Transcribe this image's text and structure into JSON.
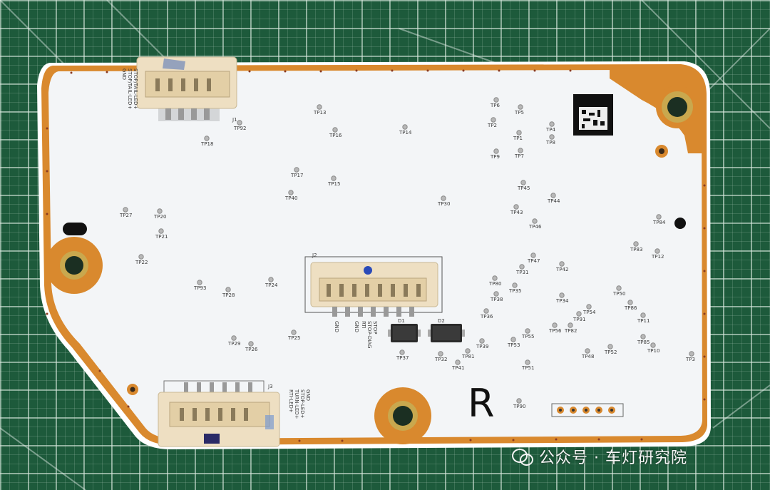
{
  "photo": {
    "subject": "tail-lamp-driver-pcb",
    "colors": {
      "mat": "#1d5a3b",
      "board_white": "#f3f5f7",
      "copper": "#d9892e",
      "connector": "#eedfc2"
    }
  },
  "connectors": {
    "j1": {
      "ref": "J1",
      "pins": [
        "STOP/TAIL-LED+",
        "STOP/TAIL-LED+",
        "GND"
      ]
    },
    "j2": {
      "ref": "J2",
      "pins": [
        "STOP",
        "STOP-DIAG",
        "RTI",
        "GND",
        "GND"
      ]
    },
    "j3": {
      "ref": "J3",
      "pins": [
        "RTI-LED+",
        "TURN-LED+",
        "STOP-LED+",
        "GND"
      ]
    }
  },
  "side_marking": "R",
  "test_points": [
    "TP1",
    "TP2",
    "TP3",
    "TP4",
    "TP5",
    "TP6",
    "TP7",
    "TP8",
    "TP9",
    "TP10",
    "TP11",
    "TP12",
    "TP13",
    "TP14",
    "TP15",
    "TP16",
    "TP17",
    "TP18",
    "TP20",
    "TP21",
    "TP22",
    "TP24",
    "TP25",
    "TP26",
    "TP27",
    "TP28",
    "TP29",
    "TP30",
    "TP31",
    "TP32",
    "TP34",
    "TP35",
    "TP36",
    "TP37",
    "TP38",
    "TP39",
    "TP40",
    "TP41",
    "TP42",
    "TP43",
    "TP44",
    "TP45",
    "TP46",
    "TP47",
    "TP48",
    "TP50",
    "TP51",
    "TP52",
    "TP53",
    "TP54",
    "TP55",
    "TP56",
    "TP80",
    "TP81",
    "TP82",
    "TP83",
    "TP84",
    "TP85",
    "TP86",
    "TP90",
    "TP91",
    "TP92",
    "TP93"
  ],
  "diodes": [
    "D1",
    "D2"
  ],
  "watermark": {
    "text": "公众号 · 车灯研究院"
  }
}
